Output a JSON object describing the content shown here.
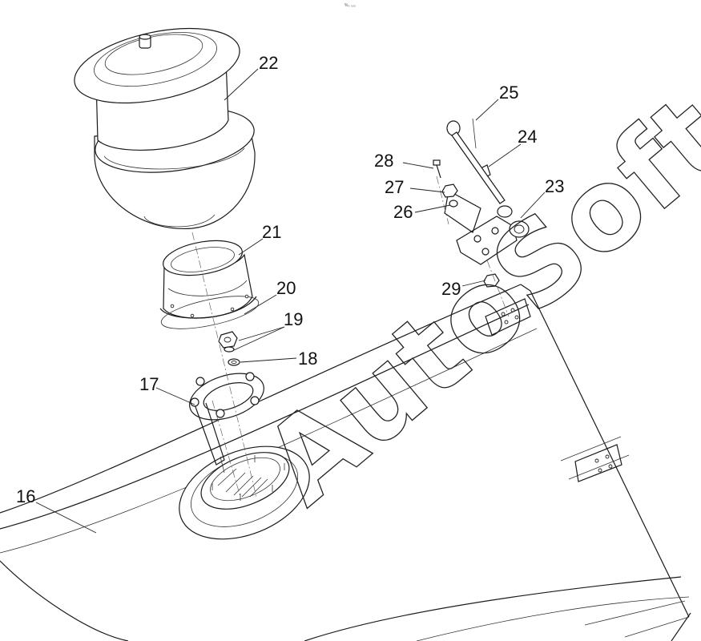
{
  "top_caption": "%₀ ₀₀₀",
  "watermark": "AutoSoft",
  "callouts": [
    {
      "id": "16",
      "text": "16"
    },
    {
      "id": "17",
      "text": "17"
    },
    {
      "id": "18",
      "text": "18"
    },
    {
      "id": "19",
      "text": "19"
    },
    {
      "id": "20",
      "text": "20"
    },
    {
      "id": "21",
      "text": "21"
    },
    {
      "id": "22",
      "text": "22"
    },
    {
      "id": "23",
      "text": "23"
    },
    {
      "id": "24",
      "text": "24"
    },
    {
      "id": "25",
      "text": "25"
    },
    {
      "id": "26",
      "text": "26"
    },
    {
      "id": "27",
      "text": "27"
    },
    {
      "id": "28",
      "text": "28"
    },
    {
      "id": "29",
      "text": "29"
    }
  ]
}
